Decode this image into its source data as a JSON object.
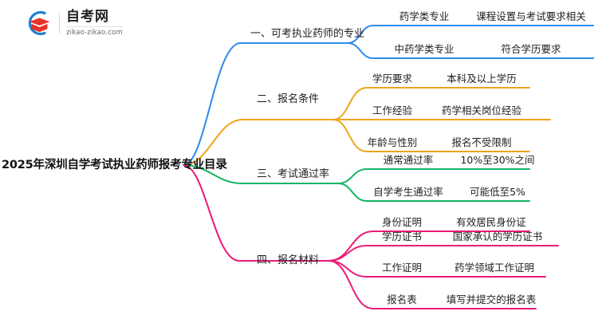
{
  "logo": {
    "icon": "graduation-cap-logo-icon",
    "name_cn": "自考网",
    "url": "zikao-zikao.com",
    "arc_color": "#1a7fd4",
    "cap_color": "#e8322c"
  },
  "mindmap": {
    "root": {
      "label": "2025年深圳自学考试执业药师报考专业目录"
    },
    "branches": [
      {
        "label": "一、可考执业药师的专业",
        "color": "#2e8bea",
        "children": [
          {
            "label": "药学类专业",
            "detail": "课程设置与考试要求相关"
          },
          {
            "label": "中药学类专业",
            "detail": "符合学历要求"
          }
        ]
      },
      {
        "label": "二、报名条件",
        "color": "#efa318",
        "children": [
          {
            "label": "学历要求",
            "detail": "本科及以上学历"
          },
          {
            "label": "工作经验",
            "detail": "药学相关岗位经验"
          },
          {
            "label": "年龄与性别",
            "detail": "报名不受限制"
          }
        ]
      },
      {
        "label": "三、考试通过率",
        "color": "#12b565",
        "children": [
          {
            "label": "通常通过率",
            "detail": "10%至30%之间"
          },
          {
            "label": "自学考生通过率",
            "detail": "可能低至5%"
          }
        ]
      },
      {
        "label": "四、报名材料",
        "color": "#ec1a79",
        "children": [
          {
            "label": "身份证明",
            "detail": "有效居民身份证"
          },
          {
            "label": "学历证书",
            "detail": "国家承认的学历证书"
          },
          {
            "label": "工作证明",
            "detail": "药学领域工作证明"
          },
          {
            "label": "报名表",
            "detail": "填写并提交的报名表"
          }
        ]
      }
    ]
  }
}
